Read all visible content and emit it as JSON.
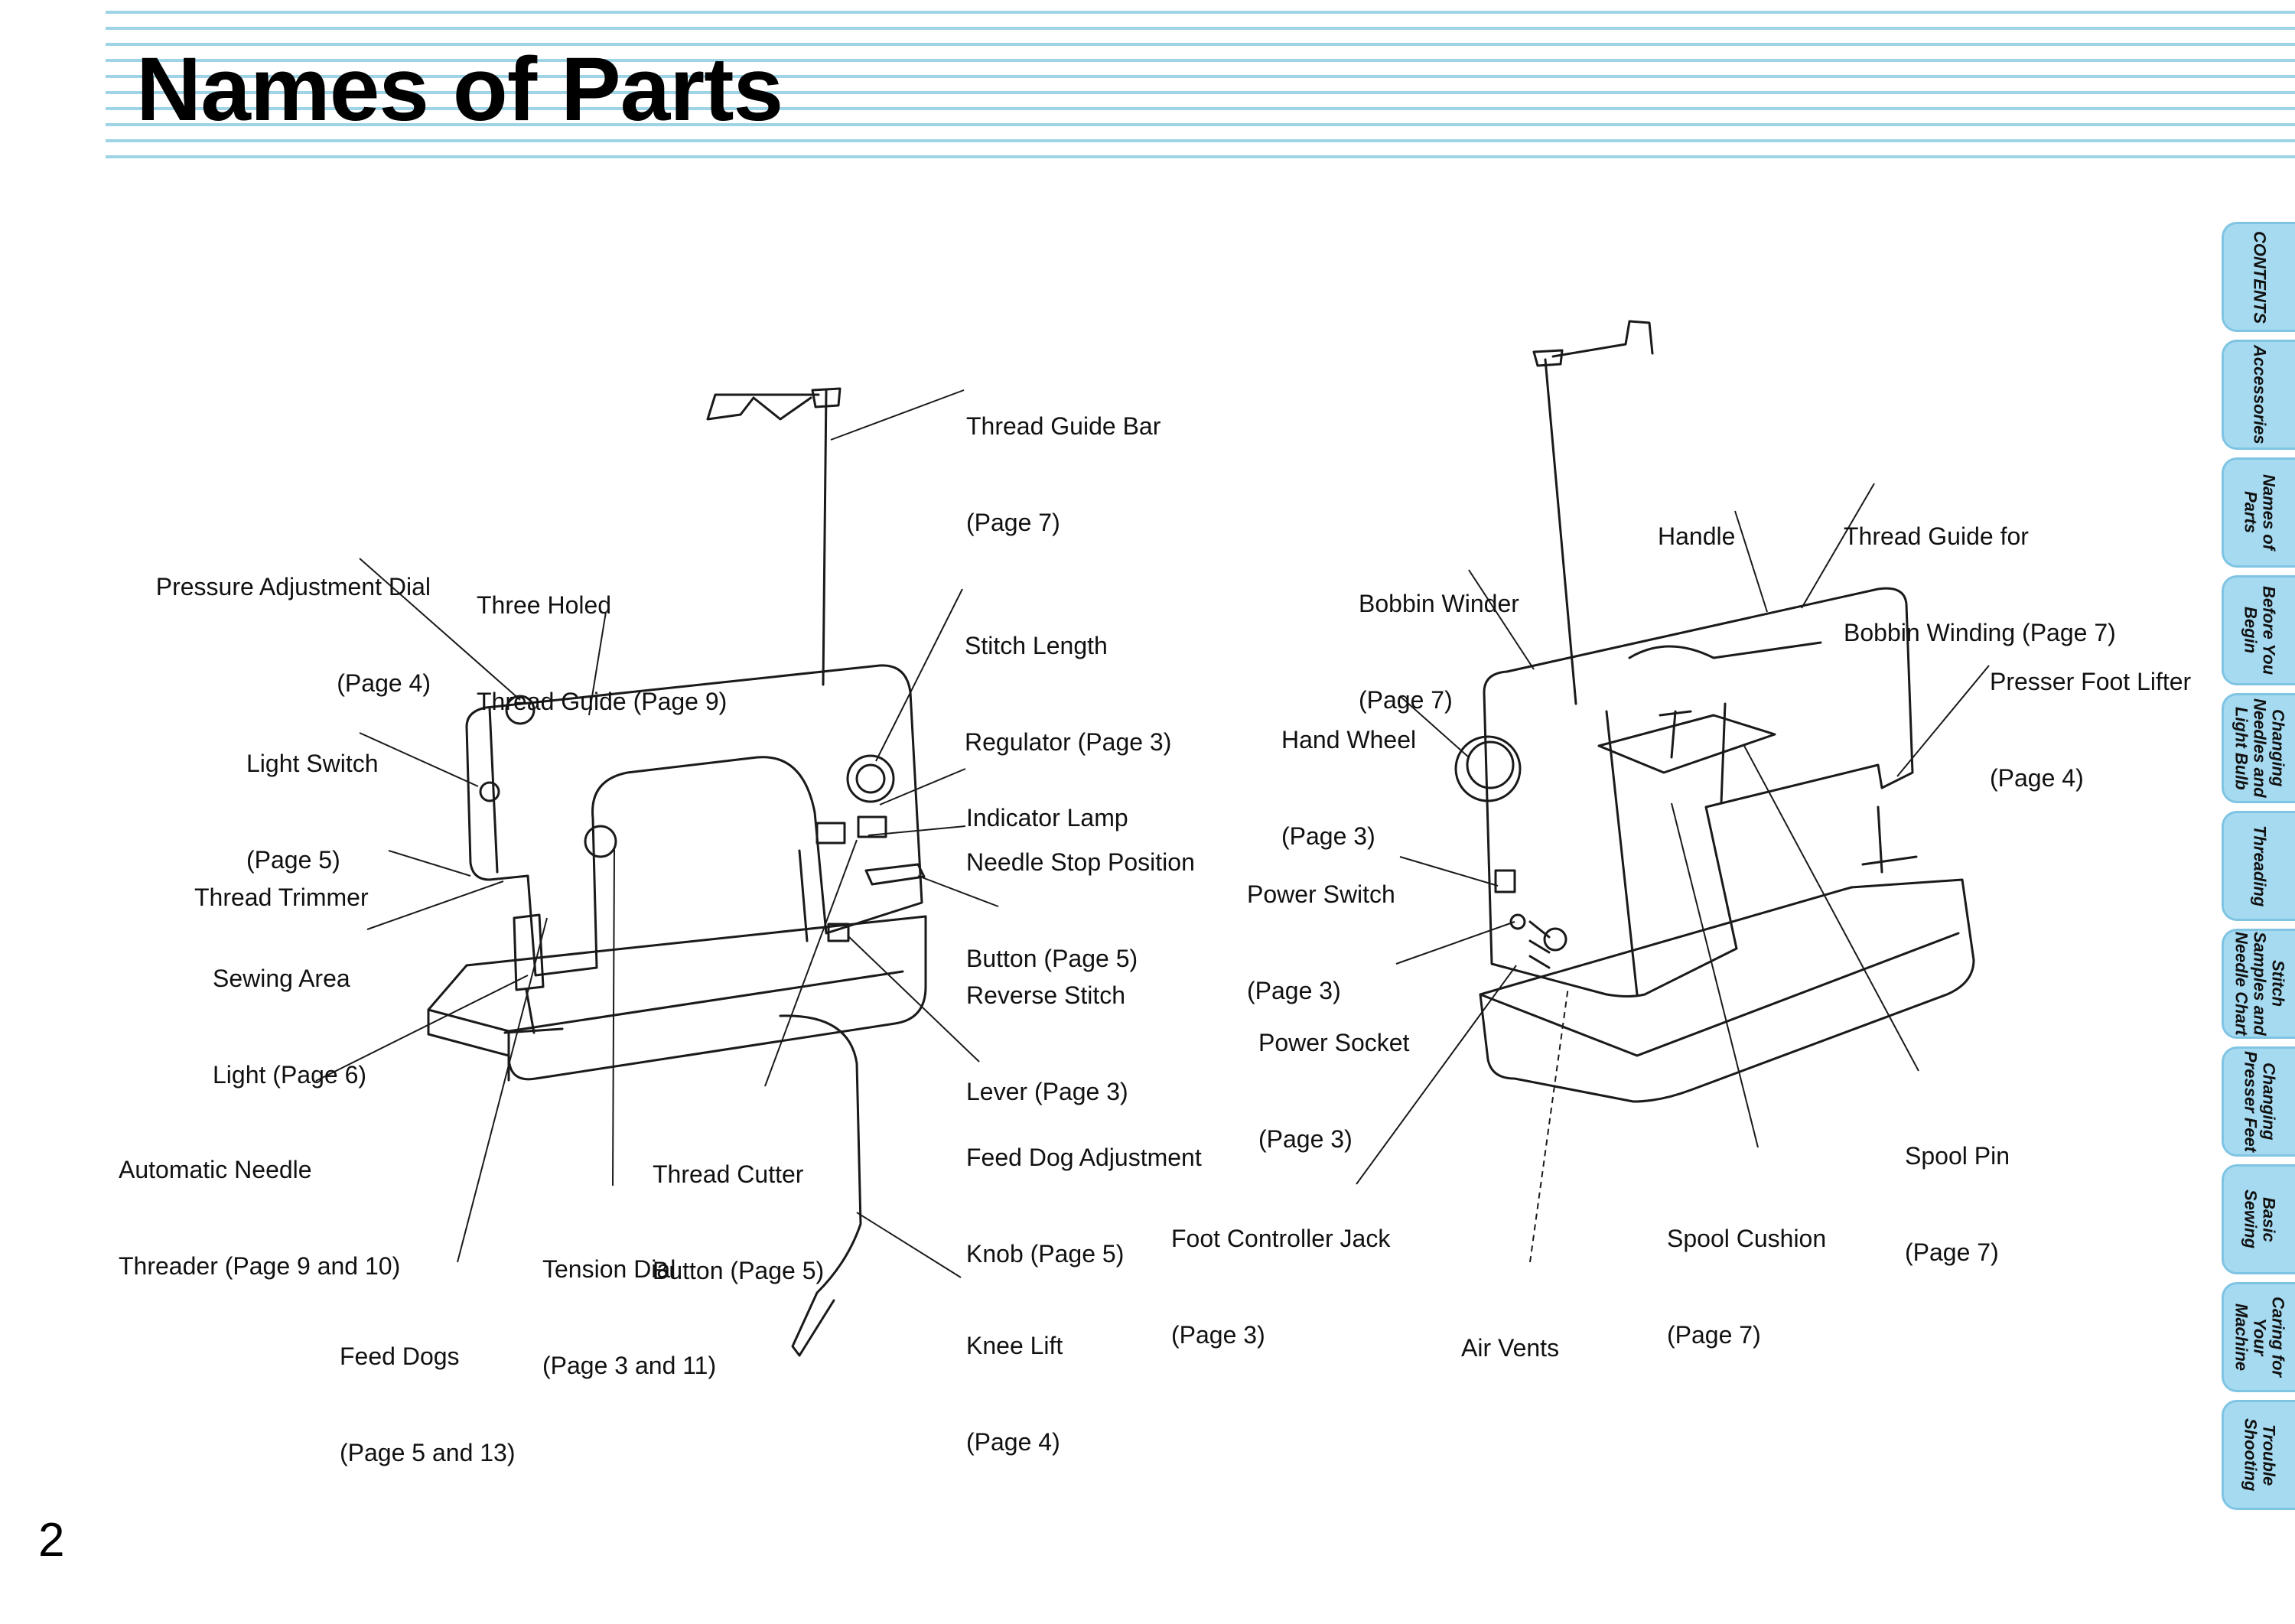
{
  "page": {
    "title": "Names of Parts",
    "page_number": "2"
  },
  "labels": {
    "thread_guide_bar": [
      "Thread Guide Bar",
      "(Page 7)"
    ],
    "pressure_adjustment_dial": [
      "Pressure Adjustment Dial",
      "(Page 4)"
    ],
    "three_holed_thread_guide": [
      "Three Holed",
      "Thread Guide (Page 9)"
    ],
    "stitch_length_regulator": [
      "Stitch Length",
      "Regulator (Page 3)"
    ],
    "light_switch": [
      "Light Switch",
      "(Page 5)"
    ],
    "indicator_lamp": [
      "Indicator Lamp"
    ],
    "needle_stop_position_button": [
      "Needle Stop Position",
      "Button (Page 5)"
    ],
    "thread_trimmer": [
      "Thread Trimmer"
    ],
    "sewing_area_light": [
      "Sewing Area",
      "Light (Page 6)"
    ],
    "reverse_stitch_lever": [
      "Reverse Stitch",
      "Lever (Page 3)"
    ],
    "automatic_needle_threader": [
      "Automatic Needle",
      "Threader (Page 9 and 10)"
    ],
    "thread_cutter_button": [
      "Thread Cutter",
      "Button (Page 5)"
    ],
    "feed_dog_adjustment_knob": [
      "Feed Dog Adjustment",
      "Knob (Page 5)"
    ],
    "tension_dial": [
      "Tension Dial",
      "(Page 3 and 11)"
    ],
    "feed_dogs": [
      "Feed Dogs",
      "(Page 5 and 13)"
    ],
    "knee_lift": [
      "Knee Lift",
      "(Page 4)"
    ],
    "handle": [
      "Handle"
    ],
    "thread_guide_bobbin_winding": [
      "Thread Guide for",
      "Bobbin Winding (Page 7)"
    ],
    "bobbin_winder": [
      "Bobbin Winder",
      "(Page 7)"
    ],
    "presser_foot_lifter": [
      "Presser Foot Lifter",
      "(Page 4)"
    ],
    "hand_wheel": [
      "Hand Wheel",
      "(Page 3)"
    ],
    "power_switch": [
      "Power Switch",
      "(Page 3)"
    ],
    "power_socket": [
      "Power Socket",
      "(Page 3)"
    ],
    "spool_pin": [
      "Spool Pin",
      "(Page 7)"
    ],
    "foot_controller_jack": [
      "Foot Controller Jack",
      "(Page 3)"
    ],
    "spool_cushion": [
      "Spool Cushion",
      "(Page 7)"
    ],
    "air_vents": [
      "Air Vents"
    ]
  },
  "tabs": [
    "CONTENTS",
    "Accessories",
    "Names of\nParts",
    "Before You\nBegin",
    "Changing\nNeedles and\nLight Bulb",
    "Threading",
    "Stitch\nSamples and\nNeedle Chart",
    "Changing\nPresser Feet",
    "Basic\nSewing",
    "Caring for\nYour\nMachine",
    "Trouble\nShooting"
  ],
  "colors": {
    "stripe": "#9fd3e6",
    "tab_fill": "#a6daf0",
    "tab_border": "#7fc4e3"
  }
}
